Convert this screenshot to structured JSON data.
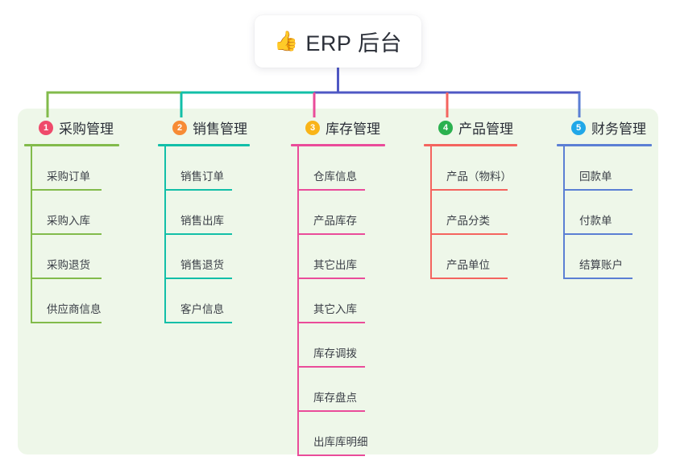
{
  "root": {
    "emoji": "👍",
    "emoji_name": "thumbs-up-emoji",
    "title": "ERP 后台"
  },
  "colors": {
    "panel_bg": "#eef7e9",
    "page_bg": "#ffffff",
    "trunk": "#4f58c4",
    "branch1": "#82bb4b",
    "branch2": "#12bfa8",
    "branch3": "#ea4c9a",
    "branch4": "#f4645f",
    "branch5": "#5b7fd4",
    "badge1": "#ef4a6b",
    "badge2": "#f78b35",
    "badge3": "#f9b418",
    "badge4": "#2bb14f",
    "badge5": "#20a7e8",
    "text": "#2b2f38",
    "leaf_text": "#3b3f47"
  },
  "branches": [
    {
      "number": "1",
      "title": "采购管理",
      "color": "#82bb4b",
      "badge_color": "#ef4a6b",
      "items": [
        {
          "label": "采购订单"
        },
        {
          "label": "采购入库"
        },
        {
          "label": "采购退货"
        },
        {
          "label": "供应商信息"
        }
      ]
    },
    {
      "number": "2",
      "title": "销售管理",
      "color": "#12bfa8",
      "badge_color": "#f78b35",
      "items": [
        {
          "label": "销售订单"
        },
        {
          "label": "销售出库"
        },
        {
          "label": "销售退货"
        },
        {
          "label": "客户信息"
        }
      ]
    },
    {
      "number": "3",
      "title": "库存管理",
      "color": "#ea4c9a",
      "badge_color": "#f9b418",
      "items": [
        {
          "label": "仓库信息"
        },
        {
          "label": "产品库存"
        },
        {
          "label": "其它出库"
        },
        {
          "label": "其它入库"
        },
        {
          "label": "库存调拨"
        },
        {
          "label": "库存盘点"
        },
        {
          "label": "出库库明细"
        }
      ]
    },
    {
      "number": "4",
      "title": "产品管理",
      "color": "#f4645f",
      "badge_color": "#2bb14f",
      "items": [
        {
          "label": "产品（物料）"
        },
        {
          "label": "产品分类"
        },
        {
          "label": "产品单位"
        }
      ]
    },
    {
      "number": "5",
      "title": "财务管理",
      "color": "#5b7fd4",
      "badge_color": "#20a7e8",
      "items": [
        {
          "label": "回款单"
        },
        {
          "label": "付款单"
        },
        {
          "label": "结算账户"
        }
      ]
    }
  ],
  "layout": {
    "branch_x": [
      30,
      196,
      361,
      526,
      691
    ],
    "head_rule_widths": [
      118,
      114,
      117,
      116,
      118
    ],
    "leaf_rule_widths": [
      88,
      84,
      84,
      96,
      86
    ],
    "drop_x": [
      59,
      225,
      390,
      555,
      719
    ]
  }
}
